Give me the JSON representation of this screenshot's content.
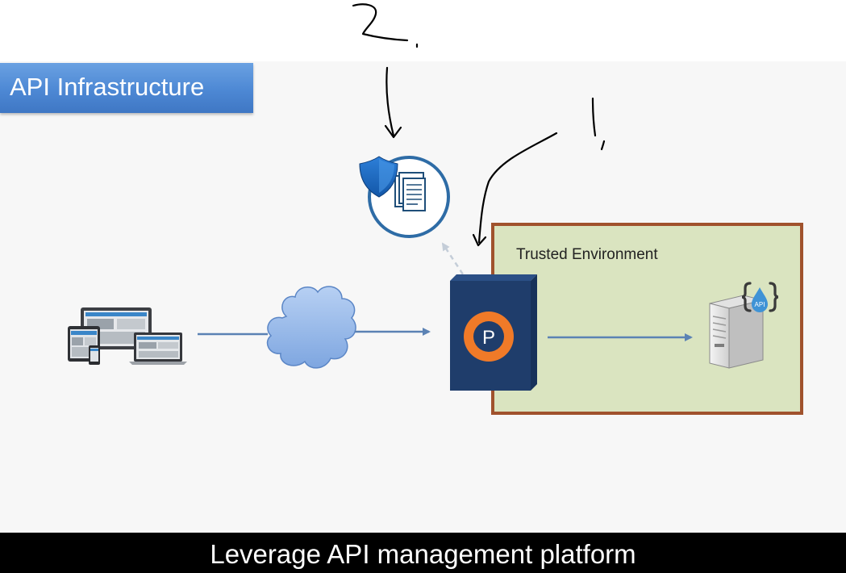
{
  "title": "API Infrastructure",
  "trusted_environment_label": "Trusted Environment",
  "proxy_badge_letter": "P",
  "api_badge_text": "API",
  "caption": "Leverage API management platform",
  "icons": {
    "devices": "devices-icon",
    "cloud": "cloud-icon",
    "policy": "shield-document-icon",
    "proxy": "proxy-gateway-icon",
    "server": "api-server-icon"
  },
  "colors": {
    "title_banner": "#4d88d4",
    "trusted_fill": "#dae4c0",
    "trusted_border": "#a0522d",
    "flow_arrow": "#5b82b4",
    "proxy_box": "#1f3d6b",
    "proxy_ring": "#f07a28",
    "cloud": "#8fb4e8",
    "caption_bar": "#000000"
  }
}
